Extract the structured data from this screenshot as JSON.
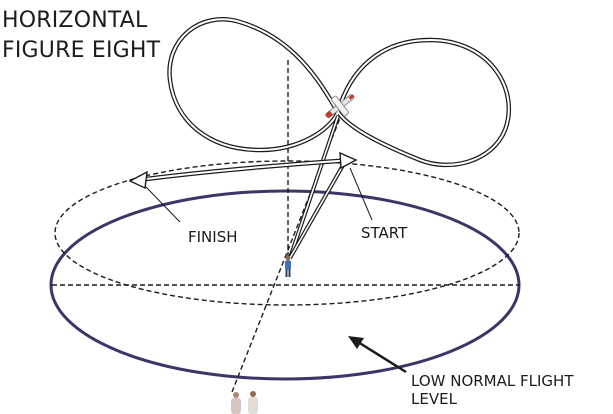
{
  "title": {
    "line1": "HORIZONTAL",
    "line2": "FIGURE EIGHT"
  },
  "labels": {
    "finish": "FINISH",
    "start": "START",
    "level_line1": "LOW NORMAL FLIGHT",
    "level_line2": "LEVEL"
  },
  "colors": {
    "ink": "#1c1c1c",
    "outer_ellipse": "#3b3568",
    "airplane_red": "#c0392b",
    "pilot_blue": "#3c73b8"
  }
}
